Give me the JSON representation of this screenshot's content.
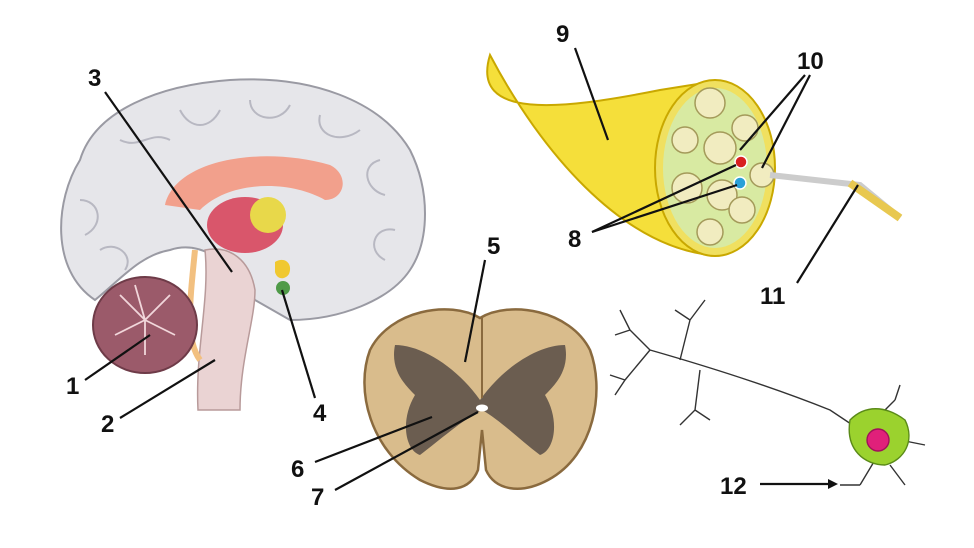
{
  "labels": {
    "l1": "1",
    "l2": "2",
    "l3": "3",
    "l4": "4",
    "l5": "5",
    "l6": "6",
    "l7": "7",
    "l8": "8",
    "l9": "9",
    "l10": "10",
    "l11": "11",
    "l12": "12"
  },
  "colors": {
    "cortex": "#e6e6ea",
    "cerebellum": "#9b5a6a",
    "brainstem": "#ead3d3",
    "corpus_callosum": "#f2a08c",
    "thalamus": "#d9566b",
    "spinal_white": "#d9bc8c",
    "spinal_gray": "#6b5d50",
    "nerve_sheath": "#f5df3a",
    "fascicle": "#e6f0b0",
    "soma": "#9bd22e",
    "nucleus": "#e0207a"
  }
}
